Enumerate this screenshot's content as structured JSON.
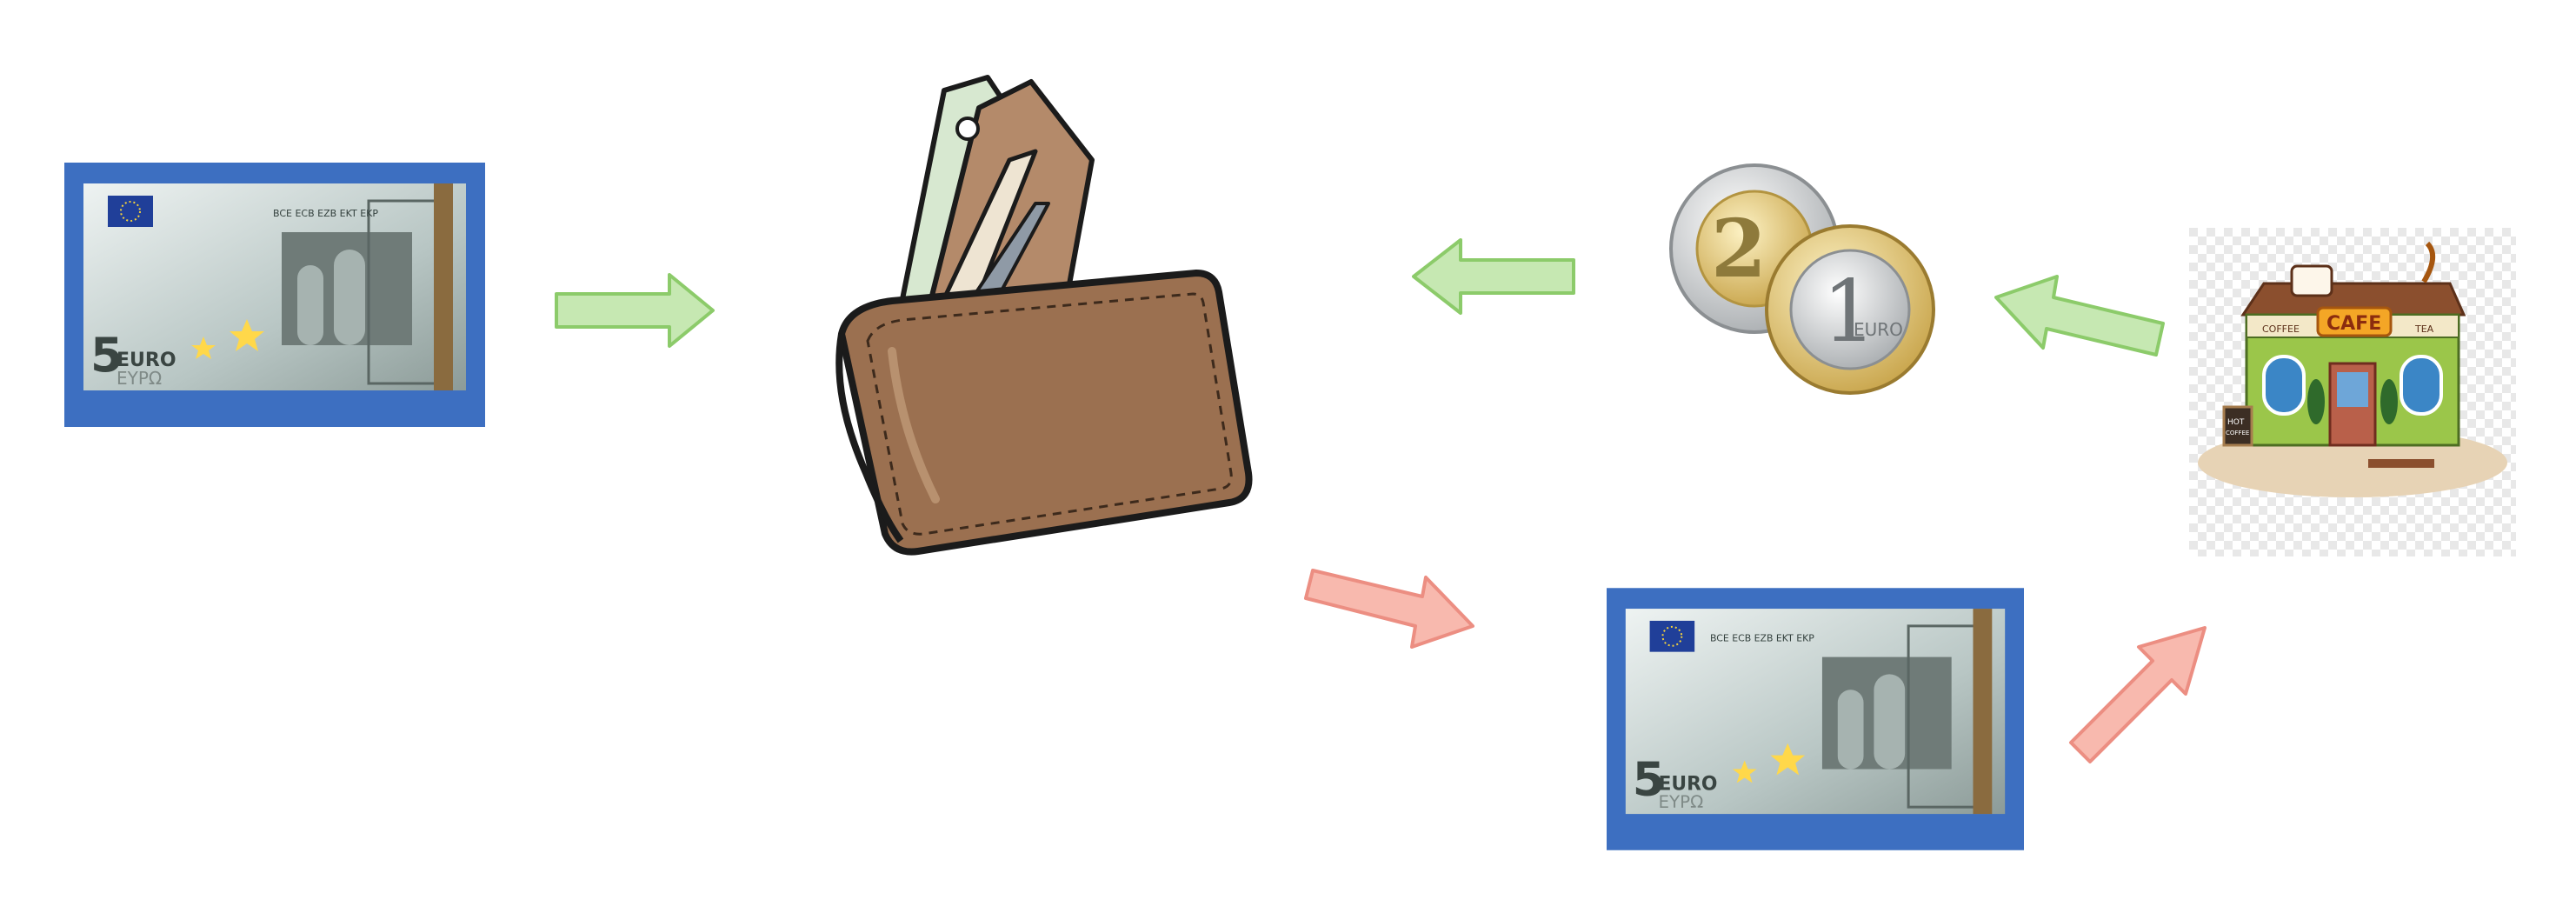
{
  "banknote": {
    "denomination": "5",
    "currency_word": "EURO",
    "currency_word_greek": "ΕΥΡΩ",
    "issuer_abbrev": "BCE ECB EZB EKT EKP"
  },
  "coins": {
    "two": "2",
    "one": "1",
    "word": "EURO"
  },
  "cafe": {
    "sign": "CAFE",
    "left": "COFFEE",
    "right": "TEA",
    "board_line1": "HOT",
    "board_line2": "COFFEE"
  },
  "colors": {
    "green_arrow": "#c6e8b2",
    "green_arrow_stroke": "#8ccb6a",
    "red_arrow": "#f8b9ae",
    "red_arrow_stroke": "#ec8e82",
    "note_blue": "#3d6fc1",
    "wallet_brown": "#9b7050"
  }
}
